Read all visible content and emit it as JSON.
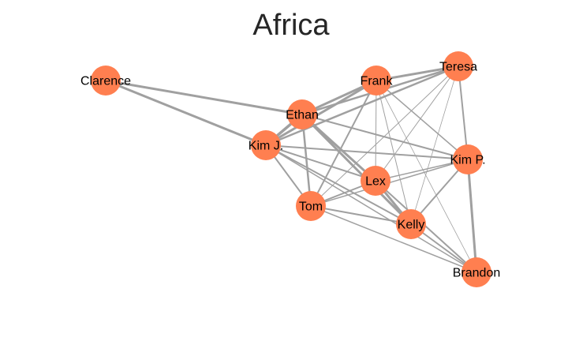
{
  "diagram": {
    "title": "Africa",
    "type": "network-graph",
    "colors": {
      "node": "#ff7f50",
      "edge": "#a0a0a0",
      "title": "#262626",
      "label": "#000000"
    },
    "nodes": [
      {
        "id": "clarence",
        "label": "Clarence"
      },
      {
        "id": "frank",
        "label": "Frank"
      },
      {
        "id": "teresa",
        "label": "Teresa"
      },
      {
        "id": "ethan",
        "label": "Ethan"
      },
      {
        "id": "kimj",
        "label": "Kim J."
      },
      {
        "id": "kimp",
        "label": "Kim P."
      },
      {
        "id": "lex",
        "label": "Lex"
      },
      {
        "id": "tom",
        "label": "Tom"
      },
      {
        "id": "kelly",
        "label": "Kelly"
      },
      {
        "id": "brandon",
        "label": "Brandon"
      }
    ],
    "edges": [
      {
        "source": "clarence",
        "target": "ethan",
        "weight": 3
      },
      {
        "source": "clarence",
        "target": "kimj",
        "weight": 3
      },
      {
        "source": "frank",
        "target": "teresa",
        "weight": 3
      },
      {
        "source": "frank",
        "target": "ethan",
        "weight": 3
      },
      {
        "source": "frank",
        "target": "kimj",
        "weight": 3
      },
      {
        "source": "frank",
        "target": "kimp",
        "weight": 1.5
      },
      {
        "source": "frank",
        "target": "lex",
        "weight": 1
      },
      {
        "source": "frank",
        "target": "tom",
        "weight": 2
      },
      {
        "source": "frank",
        "target": "kelly",
        "weight": 1
      },
      {
        "source": "frank",
        "target": "brandon",
        "weight": 0.8
      },
      {
        "source": "teresa",
        "target": "ethan",
        "weight": 2.5
      },
      {
        "source": "teresa",
        "target": "kimj",
        "weight": 2.5
      },
      {
        "source": "teresa",
        "target": "kimp",
        "weight": 2
      },
      {
        "source": "teresa",
        "target": "lex",
        "weight": 1
      },
      {
        "source": "teresa",
        "target": "tom",
        "weight": 1
      },
      {
        "source": "teresa",
        "target": "kelly",
        "weight": 0.8
      },
      {
        "source": "ethan",
        "target": "kimj",
        "weight": 3.5
      },
      {
        "source": "ethan",
        "target": "kimp",
        "weight": 2
      },
      {
        "source": "ethan",
        "target": "lex",
        "weight": 3
      },
      {
        "source": "ethan",
        "target": "tom",
        "weight": 2.5
      },
      {
        "source": "ethan",
        "target": "kelly",
        "weight": 3
      },
      {
        "source": "kimj",
        "target": "kimp",
        "weight": 2
      },
      {
        "source": "kimj",
        "target": "lex",
        "weight": 2
      },
      {
        "source": "kimj",
        "target": "tom",
        "weight": 2
      },
      {
        "source": "kimj",
        "target": "kelly",
        "weight": 2
      },
      {
        "source": "kimj",
        "target": "brandon",
        "weight": 1.5
      },
      {
        "source": "kimp",
        "target": "lex",
        "weight": 1.5
      },
      {
        "source": "kimp",
        "target": "tom",
        "weight": 1.5
      },
      {
        "source": "kimp",
        "target": "kelly",
        "weight": 2
      },
      {
        "source": "kimp",
        "target": "brandon",
        "weight": 3
      },
      {
        "source": "lex",
        "target": "tom",
        "weight": 2
      },
      {
        "source": "lex",
        "target": "kelly",
        "weight": 3
      },
      {
        "source": "lex",
        "target": "brandon",
        "weight": 2
      },
      {
        "source": "tom",
        "target": "kelly",
        "weight": 2
      },
      {
        "source": "tom",
        "target": "brandon",
        "weight": 1.5
      },
      {
        "source": "kelly",
        "target": "brandon",
        "weight": 2
      }
    ]
  }
}
